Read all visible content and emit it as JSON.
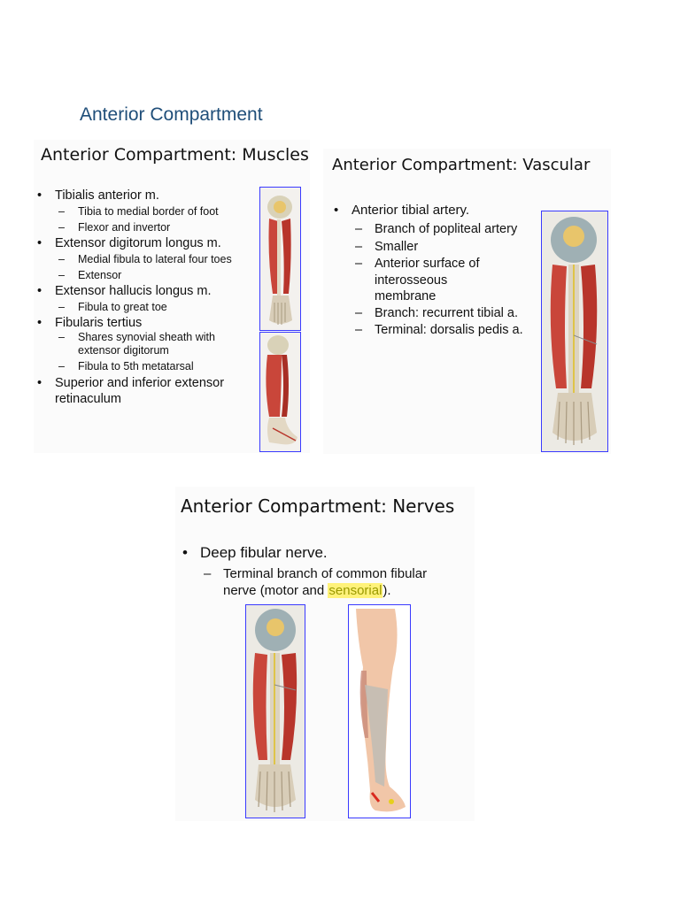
{
  "document": {
    "heading": "Anterior Compartment"
  },
  "muscles_slide": {
    "title": "Anterior Compartment: Muscles",
    "items": [
      {
        "label": "Tibialis anterior m.",
        "subs": [
          "Tibia to medial border of foot",
          "Flexor and invertor"
        ]
      },
      {
        "label": "Extensor digitorum longus m.",
        "subs": [
          "Medial fibula to lateral four toes",
          "Extensor"
        ]
      },
      {
        "label": "Extensor hallucis longus m.",
        "subs": [
          "Fibula to great toe"
        ]
      },
      {
        "label": "Fibularis tertius",
        "subs": [
          "Shares synovial sheath with extensor digitorum",
          "Fibula to 5th metatarsal"
        ]
      },
      {
        "label": "Superior and inferior extensor retinaculum",
        "subs": []
      }
    ]
  },
  "vascular_slide": {
    "title": "Anterior Compartment: Vascular",
    "items": [
      {
        "label": "Anterior tibial artery.",
        "subs": [
          "Branch of popliteal artery",
          "Smaller",
          "Anterior surface of interosseous membrane",
          "Branch: recurrent tibial a.",
          "Terminal: dorsalis pedis a."
        ]
      }
    ]
  },
  "nerves_slide": {
    "title": "Anterior Compartment: Nerves",
    "items": [
      {
        "label": "Deep fibular nerve.",
        "sub_prefix": "Terminal branch of common fibular nerve (motor and ",
        "sub_highlight": "sensorial",
        "sub_suffix": ")."
      }
    ]
  },
  "colors": {
    "heading": "#1f4e79",
    "box_border": "#3a3aff",
    "muscle": "#c9463a",
    "highlight": "#fff27a"
  }
}
